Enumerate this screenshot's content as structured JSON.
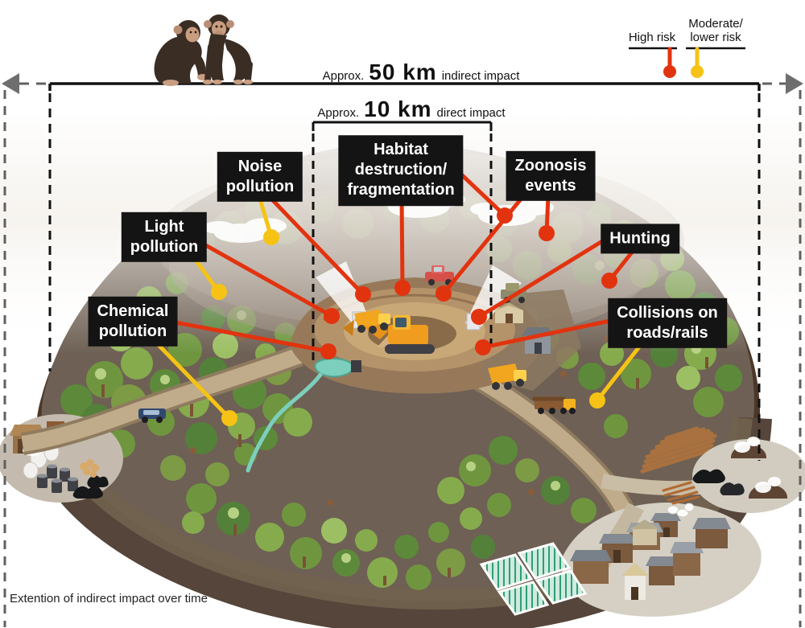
{
  "measurements": {
    "indirect": {
      "approx": "Approx.",
      "value": "50 km",
      "label": "indirect impact"
    },
    "direct": {
      "approx": "Approx.",
      "value": "10 km",
      "label": "direct impact"
    }
  },
  "legend": {
    "high_label": "High risk",
    "moderate_label": "Moderate/\nlower risk"
  },
  "impact_labels": {
    "noise": "Noise\npollution",
    "light": "Light\npollution",
    "chemical": "Chemical\npollution",
    "habitat": "Habitat\ndestruction/\nfragmentation",
    "zoonosis": "Zoonosis\nevents",
    "hunting": "Hunting",
    "collisions": "Collisions on\nroads/rails"
  },
  "caption": "Extention of indirect impact over time",
  "colors": {
    "high_risk": "#e2330f",
    "moderate_risk": "#f6c315",
    "label_background": "#141414",
    "label_text": "#ffffff"
  },
  "icons": {
    "left_arrow": "arrow-left",
    "right_arrow": "arrow-right",
    "high_pin": "map-pin",
    "moderate_pin": "map-pin"
  }
}
